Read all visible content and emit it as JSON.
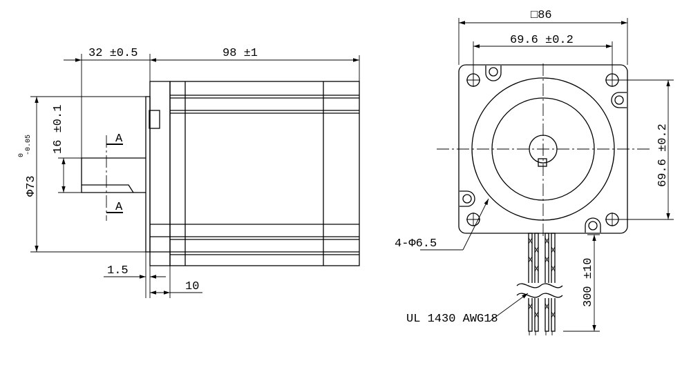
{
  "side_view": {
    "shaft_length": "32 ±0.5",
    "body_length": "98 ±1",
    "flange_diameter_prefix": "Φ73",
    "flange_tol_upper": "0",
    "flange_tol_lower": "-0.05",
    "shaft_flat": "16 ±0.1",
    "section_mark_top": "A",
    "section_mark_bottom": "A",
    "flange_thickness": "1.5",
    "boss_length": "10"
  },
  "front_view": {
    "square_size": "□86",
    "hole_spacing_horizontal": "69.6 ±0.2",
    "hole_spacing_vertical": "69.6 ±0.2",
    "mount_holes": "4-Φ6.5",
    "lead_length": "300 ±10",
    "wire_spec": "UL 1430 AWG18"
  }
}
